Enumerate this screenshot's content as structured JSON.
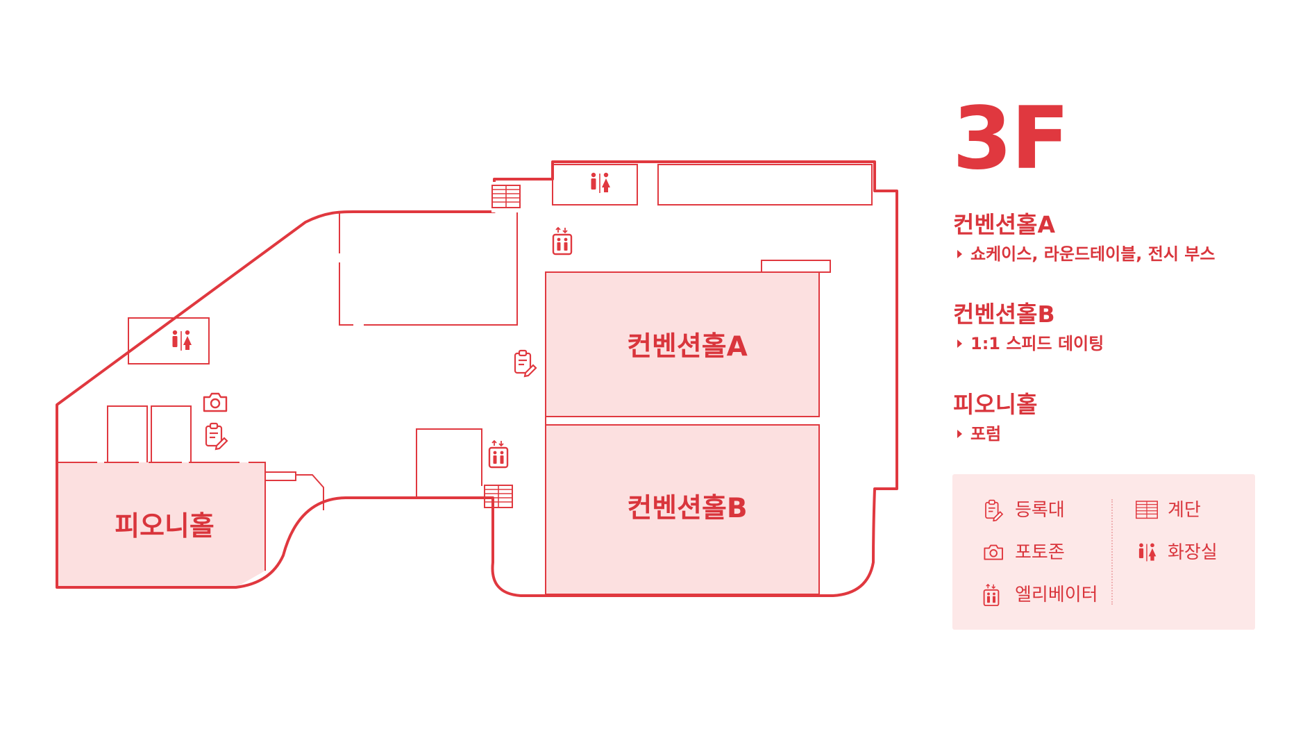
{
  "floor": "3F",
  "rooms": {
    "hall_a": "컨벤션홀A",
    "hall_b": "컨벤션홀B",
    "pioni": "피오니홀"
  },
  "info": [
    {
      "name": "컨벤션홀A",
      "desc": "쇼케이스, 라운드테이블, 전시 부스"
    },
    {
      "name": "컨벤션홀B",
      "desc": "1:1 스피드 데이팅"
    },
    {
      "name": "피오니홀",
      "desc": "포럼"
    }
  ],
  "legend": {
    "registration": "등록대",
    "photo": "포토존",
    "elevator": "엘리베이터",
    "stairs": "계단",
    "restroom": "화장실"
  },
  "icons": [
    "registration-icon",
    "camera-icon",
    "elevator-icon",
    "stairs-icon",
    "restroom-icon"
  ],
  "colors": {
    "accent": "#e0383f",
    "room_fill": "#fce0e0",
    "legend_bg": "#fde8e8"
  }
}
